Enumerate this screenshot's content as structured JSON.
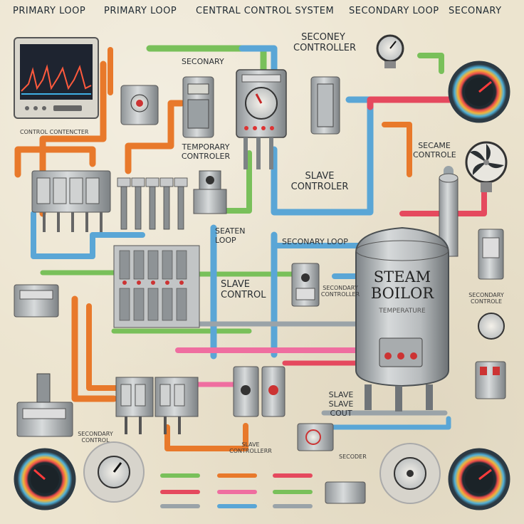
{
  "header": {
    "items": [
      "PRIMARY LOOP",
      "PRIMARY LOOP",
      "CENTRAL CONTROL SYSTEM",
      "SECONDARY LOOP",
      "SECONARY"
    ]
  },
  "labels": {
    "seconey_controller": "SECONEY CONTROLLER",
    "secondary_top": "SECONARY",
    "control_contencter": "CONTROL CONTENCTER",
    "temporary_controler": "TEMPORARY CONTROLER",
    "slave_controler": "SLAVE CONTROLER",
    "secame_controle": "SECAME CONTROLE",
    "seaten_loop": "SEATEN LOOP",
    "seconary_loop": "SECONARY LOOP",
    "slave_control": "SLAVE CONTROL",
    "boiler_title": "STEAM BOILOR",
    "boiler_sub": "TEMPERATURE",
    "slave_slave_cout": "SLAVE SLAVE COUT",
    "secondary_control": "SECONDARY CONTROL",
    "secondary_controle": "SECONDARY CONTROLE",
    "slave_controllerr": "SLAVE CONTROLLERR",
    "secondary_controller": "SECONDARY CONTROLLER",
    "secoder": "SECODER"
  },
  "colors": {
    "background": "#ece4cf",
    "pipe_orange": "#e8792b",
    "pipe_blue": "#5aa6d6",
    "pipe_green": "#79c05a",
    "pipe_red": "#e5495e",
    "pipe_pink": "#ef6ea0",
    "pipe_grey": "#9aa3a8",
    "metal": "#b9bdbf",
    "metal_dark": "#6f7478"
  },
  "icons": [
    "monitor-icon",
    "gauge-icon",
    "fan-icon",
    "boiler-icon",
    "valve-icon",
    "dial-icon"
  ]
}
